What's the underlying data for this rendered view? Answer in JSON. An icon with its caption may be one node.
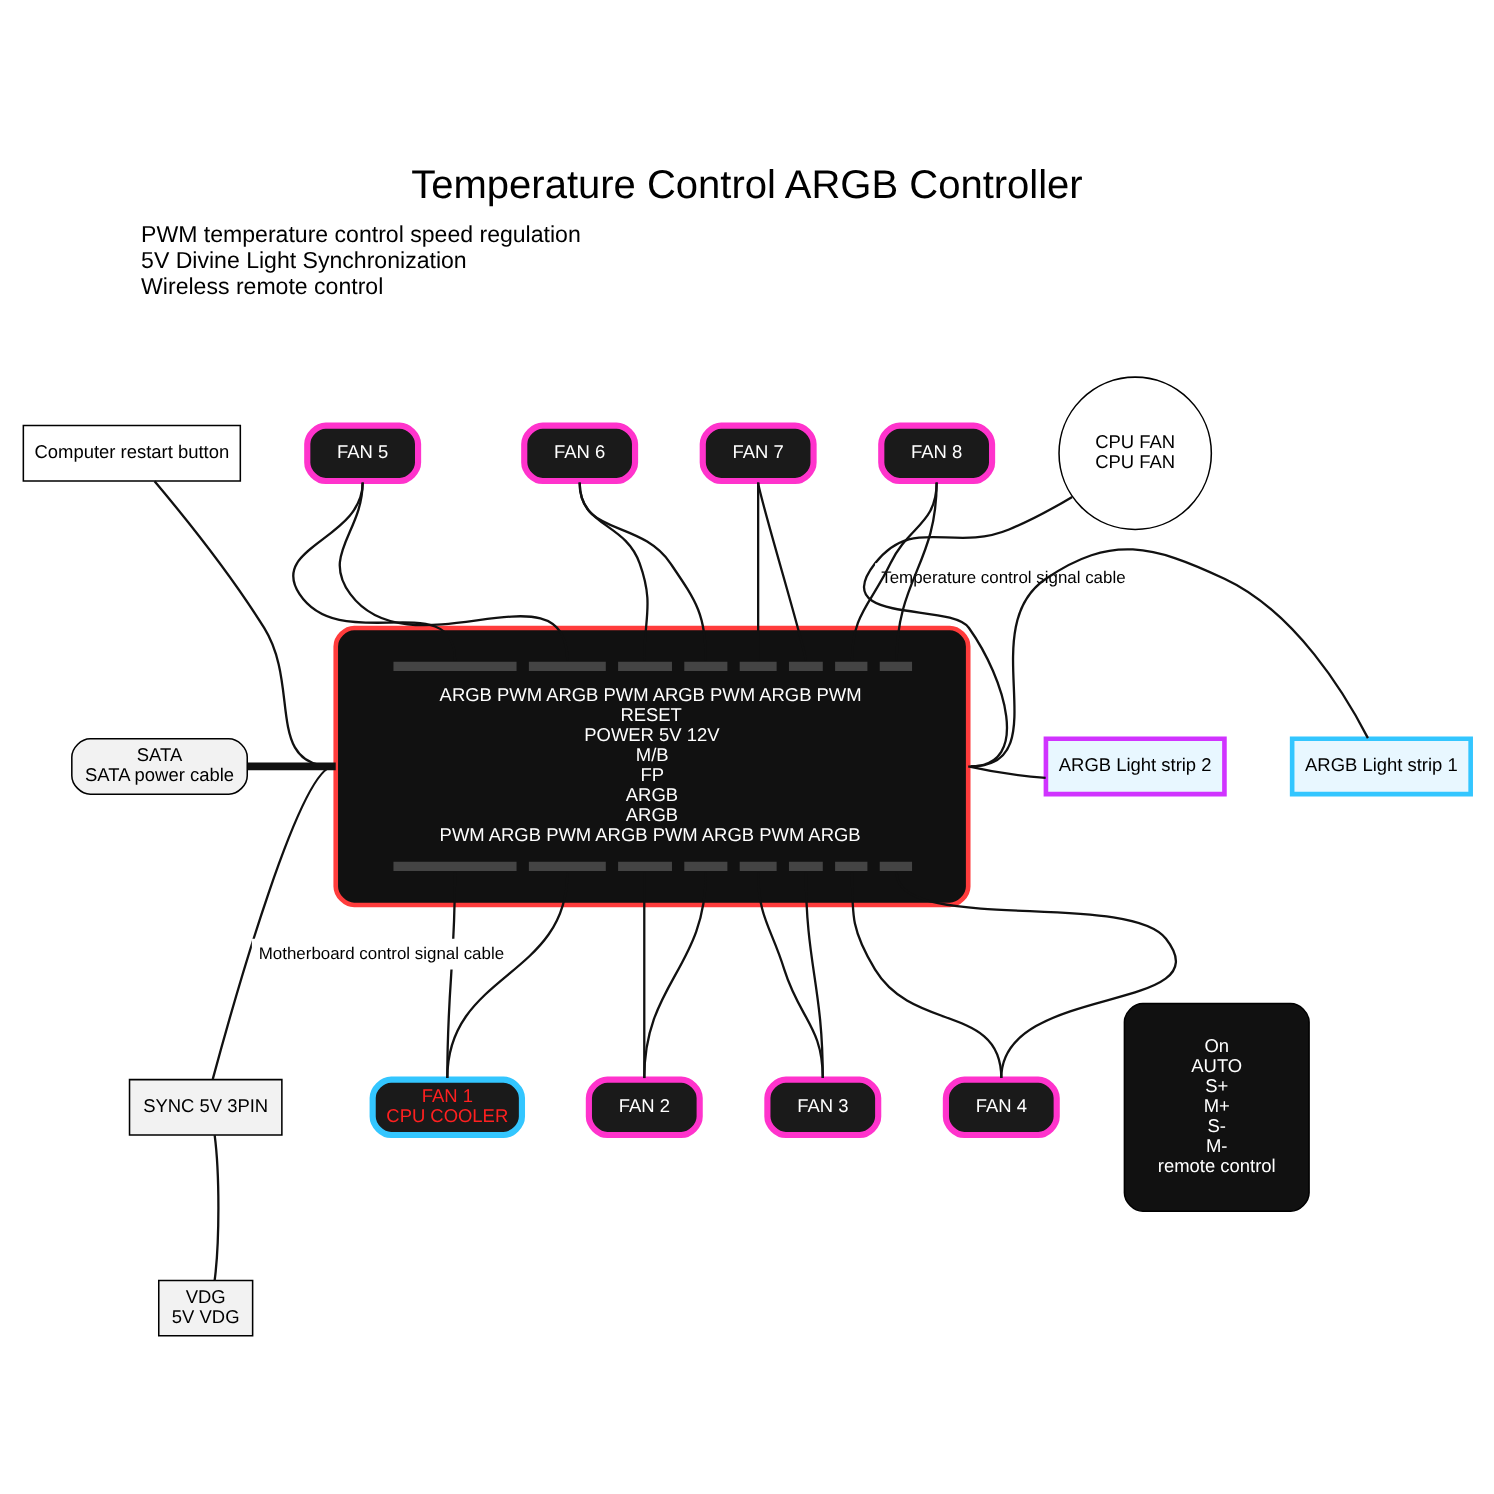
{
  "diagram": {
    "title": "Temperature Control ARGB Controller",
    "nodes": [
      {
        "text": [
          "ARGB PWM ARGB PWM ARGB PWM ARGB PWM",
          "RESET",
          "POWER 5V 12V",
          "M/B",
          "FP",
          "ARGB",
          "ARGB",
          "PWM ARGB PWM ARGB PWM ARGB PWM ARGB"
        ]
      },
      {
        "text": [
          "FAN 5"
        ]
      },
      {
        "text": [
          "FAN 6"
        ]
      },
      {
        "text": [
          "FAN 7"
        ]
      },
      {
        "text": [
          "FAN 8"
        ]
      },
      {
        "text": [
          "Computer restart button"
        ]
      },
      {
        "text": [
          "SATA",
          "SATA power cable"
        ]
      },
      {
        "text": [
          "SYNC 5V 3PIN"
        ]
      },
      {
        "text": [
          "VDG",
          "5V VDG"
        ]
      },
      {
        "text": [
          "CPU FAN",
          "CPU FAN"
        ]
      },
      {
        "text": [
          "ARGB Light strip 2"
        ]
      },
      {
        "text": [
          "ARGB Light strip 1"
        ]
      },
      {
        "text": [
          "FAN 1",
          "CPU COOLER"
        ]
      },
      {
        "text": [
          "FAN 2"
        ]
      },
      {
        "text": [
          "FAN 3"
        ]
      },
      {
        "text": [
          "FAN 4"
        ]
      },
      {
        "text": [
          "On",
          "AUTO",
          "S+",
          "M+",
          "S-",
          "M-",
          "remote control"
        ]
      }
    ],
    "edges": [
      {
        "from": 1,
        "to": 0,
        "arrow": "none"
      },
      {
        "from": 1,
        "to": 0,
        "arrow": "none"
      },
      {
        "from": 2,
        "to": 0,
        "arrow": "none"
      },
      {
        "from": 2,
        "to": 0,
        "arrow": "none"
      },
      {
        "from": 3,
        "to": 0,
        "arrow": "none"
      },
      {
        "from": 3,
        "to": 0,
        "arrow": "none"
      },
      {
        "from": 4,
        "to": 0,
        "arrow": "none"
      },
      {
        "from": 4,
        "to": 0,
        "arrow": "none"
      },
      {
        "from": 5,
        "to": 0,
        "arrow": "none"
      },
      {
        "from": 6,
        "to": 0,
        "arrow": "none",
        "style": "thick"
      },
      {
        "from": 7,
        "to": 0,
        "arrow": "none",
        "label": "Motherboard control signal cable"
      },
      {
        "from": 8,
        "to": 7,
        "arrow": "none"
      },
      {
        "from": 0,
        "to": 9,
        "arrow": "none",
        "label": "Temperature control signal cable"
      },
      {
        "from": 0,
        "to": 10,
        "arrow": "none"
      },
      {
        "from": 0,
        "to": 11,
        "arrow": "none"
      },
      {
        "from": 0,
        "to": 12,
        "arrow": "none"
      },
      {
        "from": 0,
        "to": 12,
        "arrow": "none"
      },
      {
        "from": 0,
        "to": 13,
        "arrow": "none"
      },
      {
        "from": 0,
        "to": 13,
        "arrow": "none"
      },
      {
        "from": 0,
        "to": 14,
        "arrow": "none"
      },
      {
        "from": 0,
        "to": 14,
        "arrow": "none"
      },
      {
        "from": 0,
        "to": 15,
        "arrow": "none"
      },
      {
        "from": 0,
        "to": 15,
        "arrow": "none"
      }
    ],
    "labels": [
      "PWM temperature control speed regulation",
      "5V Divine Light Synchronization",
      "Wireless remote control"
    ]
  }
}
